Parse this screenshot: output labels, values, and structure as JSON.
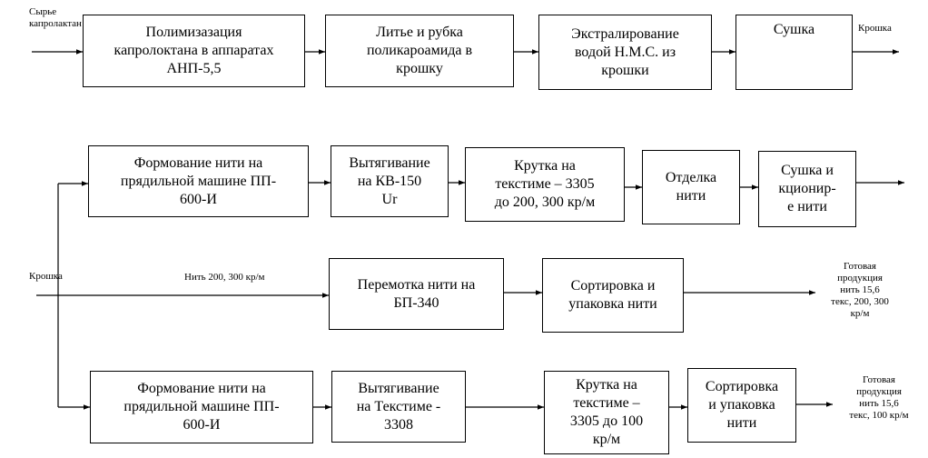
{
  "diagram": {
    "row1": {
      "input_label": "Сырье\nкапролактан",
      "output_label": "Крошка",
      "boxes": [
        "Полимизазация\nкапролоктана в аппаратах\nАНП-5,5",
        "Литье и рубка\nполикароамида в\nкрошку",
        "Экстралирование\nводой Н.М.С. из\nкрошки",
        "Сушка"
      ]
    },
    "left_label": "Крошка",
    "row2": {
      "boxes": [
        "Формование нити на\nпрядильной машине ПП-\n600-И",
        "Вытягивание\nна КВ-150\nUr",
        "Крутка на\nтекстиме – 3305\nдо 200, 300 кр/м",
        "Отделка\nнити",
        "Сушка и\nкционир-\nе нити"
      ]
    },
    "row3": {
      "line_label": "Нить 200, 300 кр/м",
      "boxes": [
        "Перемотка нити на\nБП-340",
        "Сортировка и\nупаковка нити"
      ],
      "output_label": "Готовая\nпродукция\nнить 15,6\nтекс, 200, 300\nкр/м"
    },
    "row4": {
      "boxes": [
        "Формование нити на\nпрядильной машине ПП-\n600-И",
        "Вытягивание\nна Текстиме -\n3308",
        "Крутка на\nтекстиме –\n3305 до 100\nкр/м",
        "Сортировка\nи упаковка\nнити"
      ],
      "output_label": "Готовая\nпродукция\nнить 15,6\nтекс, 100 кр/м"
    }
  }
}
